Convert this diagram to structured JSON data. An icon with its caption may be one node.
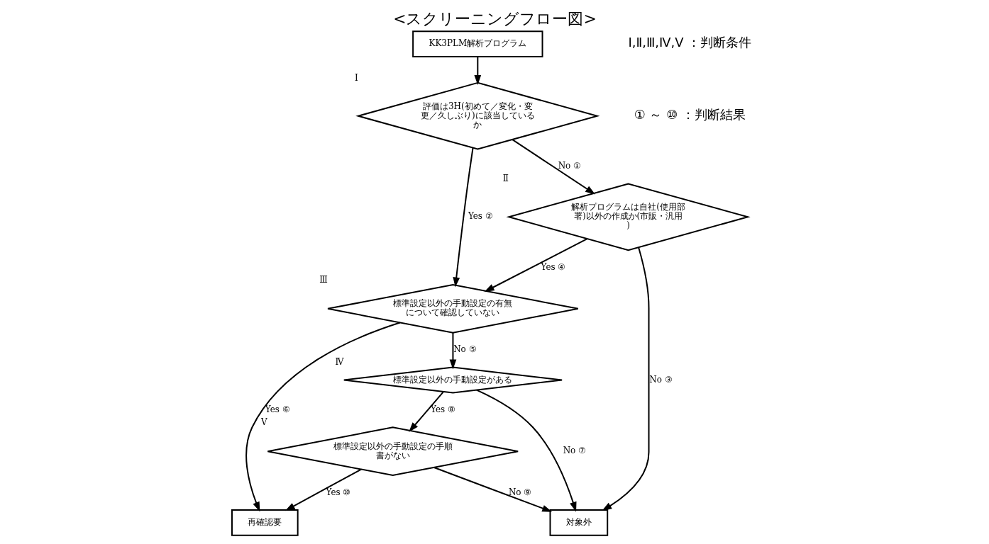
{
  "diagram": {
    "title": "<スクリーニングフロー図>",
    "nodes": [
      {
        "text": [
          "KK3PLM解析プログラム"
        ]
      },
      {
        "text": [
          "評価は3H(初めて／変化・変更／久しぶり)に該当しているか"
        ],
        "beside": [
          "Ⅰ"
        ]
      },
      {
        "text": [
          "解析プログラムは自社(使用部署)以外の作成か(市販・汎用)"
        ],
        "beside": [
          "Ⅱ"
        ]
      },
      {
        "text": [
          "標準設定以外の手動設定の有無について確認していない"
        ],
        "beside": [
          "Ⅲ"
        ]
      },
      {
        "text": [
          "標準設定以外の手動設定がある"
        ],
        "beside": [
          "Ⅳ"
        ]
      },
      {
        "text": [
          "標準設定以外の手動設定の手順書がない"
        ],
        "beside": [
          "Ⅴ"
        ]
      },
      {
        "text": [
          "再確認要"
        ]
      },
      {
        "text": [
          "対象外"
        ]
      }
    ],
    "edges": [
      {
        "from": 0,
        "to": 1,
        "arrow": "to"
      },
      {
        "from": 1,
        "to": 2,
        "arrow": "to",
        "label": "No ①"
      },
      {
        "from": 1,
        "to": 3,
        "arrow": "to",
        "label": "Yes ②"
      },
      {
        "from": 2,
        "to": 7,
        "arrow": "to",
        "label": "No ③"
      },
      {
        "from": 2,
        "to": 3,
        "arrow": "to",
        "label": "Yes ④"
      },
      {
        "from": 3,
        "to": 4,
        "arrow": "to",
        "label": "No ⑤"
      },
      {
        "from": 3,
        "to": 6,
        "arrow": "to",
        "label": "Yes ⑥"
      },
      {
        "from": 4,
        "to": 7,
        "arrow": "to",
        "label": "No ⑦"
      },
      {
        "from": 4,
        "to": 5,
        "arrow": "to",
        "label": "Yes ⑧"
      },
      {
        "from": 5,
        "to": 7,
        "arrow": "to",
        "label": "No ⑨"
      },
      {
        "from": 5,
        "to": 6,
        "arrow": "to",
        "label": "Yes ⑩"
      }
    ],
    "labels": [
      "Ⅰ,Ⅱ,Ⅲ,Ⅳ,Ⅴ ：判断条件",
      "① ～ ⑩ ：判断結果"
    ]
  }
}
